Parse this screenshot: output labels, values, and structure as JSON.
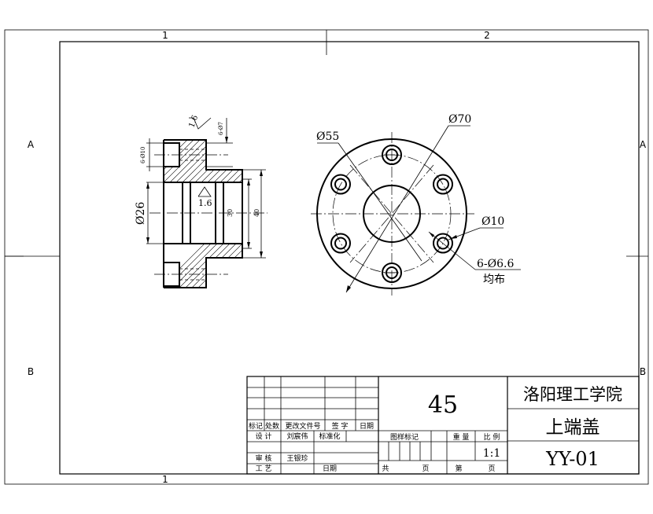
{
  "frame": {
    "zones_top": [
      "1",
      "2"
    ],
    "zones_bottom": [
      "1"
    ],
    "zones_left": [
      "A",
      "B"
    ],
    "zones_right": [
      "A",
      "B"
    ]
  },
  "section_view": {
    "roughness_top": "1.6",
    "roughness_mid": "1.6",
    "dim_top_right": "6-Ø7",
    "dim_left_small": "6-Ø10",
    "dim_bore": "Ø26",
    "dim_inner": "30",
    "dim_outer": "40"
  },
  "plan_view": {
    "dim_pcd": "Ø55",
    "dim_outer": "Ø70",
    "dim_counterbore": "Ø10",
    "dim_holes": "6-Ø6.6",
    "dim_holes_note": "均布"
  },
  "title_block": {
    "material": "45",
    "school": "洛阳理工学院",
    "part_name": "上端盖",
    "drawing_no": "YY-01",
    "row_labels": {
      "marker": "标记",
      "count": "处数",
      "change_doc": "更改文件号",
      "signature": "签 字",
      "date": "日期",
      "design": "设 计",
      "designer": "刘宸伟",
      "standardize": "标准化",
      "review": "审 核",
      "reviewer": "王银珍",
      "process": "工 艺",
      "date2": "日期",
      "stage_mark": "图样标记",
      "weight": "重 量",
      "scale": "比 例",
      "scale_value": "1:1",
      "total": "共",
      "page": "页",
      "sheet": "第",
      "page2": "页"
    }
  }
}
